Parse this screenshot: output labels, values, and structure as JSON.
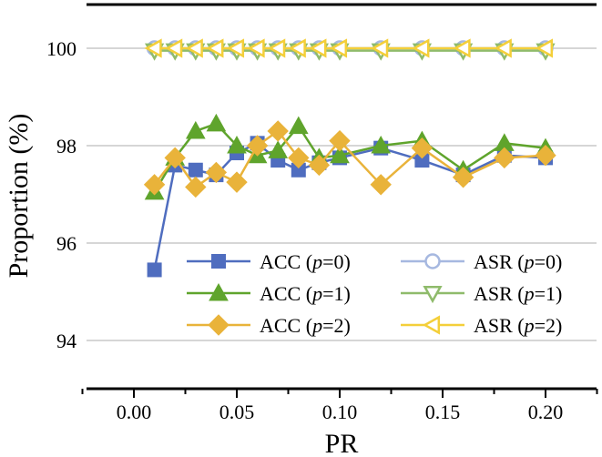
{
  "chart_data": {
    "type": "line",
    "title": "",
    "xlabel": "PR",
    "ylabel": "Proportion (%)",
    "xlim": [
      -0.025,
      0.235
    ],
    "ylim": [
      92.7,
      100.9
    ],
    "xticks": [
      0.0,
      0.05,
      0.1,
      0.15,
      0.2
    ],
    "xtick_labels": [
      "0.00",
      "0.05",
      "0.10",
      "0.15",
      "0.20"
    ],
    "yticks": [
      94,
      96,
      98,
      100
    ],
    "ytick_labels": [
      "94",
      "96",
      "98",
      "100"
    ],
    "grid": "horizontal",
    "legend_position": "lower-right",
    "x": [
      0.01,
      0.02,
      0.03,
      0.04,
      0.05,
      0.06,
      0.07,
      0.08,
      0.09,
      0.1,
      0.12,
      0.14,
      0.16,
      0.18,
      0.2
    ],
    "series": [
      {
        "name": "ACC (p=0)",
        "name_prefix": "ACC (",
        "name_var": "p",
        "name_suffix": "=0)",
        "color": "#4f6dbf",
        "marker": "square",
        "values": [
          95.45,
          97.6,
          97.5,
          97.4,
          97.85,
          98.05,
          97.7,
          97.5,
          97.65,
          97.75,
          97.95,
          97.7,
          97.4,
          97.8,
          97.75
        ]
      },
      {
        "name": "ACC (p=1)",
        "name_prefix": "ACC (",
        "name_var": "p",
        "name_suffix": "=1)",
        "color": "#5fa42c",
        "marker": "triangle-up",
        "values": [
          97.05,
          97.75,
          98.3,
          98.45,
          98.0,
          97.8,
          97.9,
          98.4,
          97.75,
          97.8,
          98.0,
          98.1,
          97.5,
          98.05,
          97.95
        ]
      },
      {
        "name": "ACC (p=2)",
        "name_prefix": "ACC (",
        "name_var": "p",
        "name_suffix": "=2)",
        "color": "#e9b33a",
        "marker": "diamond",
        "values": [
          97.2,
          97.75,
          97.15,
          97.45,
          97.25,
          98.0,
          98.3,
          97.75,
          97.6,
          98.1,
          97.2,
          97.95,
          97.35,
          97.75,
          97.8
        ]
      },
      {
        "name": "ASR (p=0)",
        "name_prefix": "ASR (",
        "name_var": "p",
        "name_suffix": "=0)",
        "color": "#a6b8e0",
        "marker": "circle-open",
        "values": [
          100,
          100,
          100,
          100,
          100,
          100,
          100,
          100,
          100,
          100,
          100,
          100,
          100,
          100,
          100
        ]
      },
      {
        "name": "ASR (p=1)",
        "name_prefix": "ASR (",
        "name_var": "p",
        "name_suffix": "=1)",
        "color": "#8fbb6b",
        "marker": "triangle-down-open",
        "values": [
          99.95,
          99.95,
          99.95,
          99.95,
          99.95,
          99.95,
          99.95,
          99.95,
          99.95,
          99.95,
          99.95,
          99.95,
          99.95,
          99.95,
          99.95
        ]
      },
      {
        "name": "ASR (p=2)",
        "name_prefix": "ASR (",
        "name_var": "p",
        "name_suffix": "=2)",
        "color": "#f4cf3a",
        "marker": "triangle-left-open",
        "values": [
          100,
          100,
          100,
          100,
          100,
          100,
          100,
          100,
          100,
          100,
          100,
          100,
          100,
          100,
          100
        ]
      }
    ]
  }
}
